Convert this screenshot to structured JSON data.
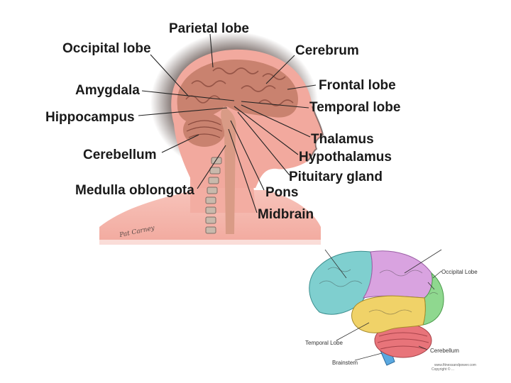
{
  "diagram1": {
    "labels": {
      "parietal": "Parietal lobe",
      "occipital": "Occipital lobe",
      "cerebrum": "Cerebrum",
      "amygdala": "Amygdala",
      "frontal": "Frontal lobe",
      "hippocampus": "Hippocampus",
      "temporal": "Temporal lobe",
      "thalamus": "Thalamus",
      "cerebellum": "Cerebellum",
      "hypothalamus": "Hypothalamus",
      "pituitary": "Pituitary gland",
      "medulla": "Medulla oblongota",
      "pons": "Pons",
      "midbrain": "Midbrain"
    },
    "signature": "Pat Carney",
    "colors": {
      "skin": "#f4b2a9",
      "brain": "#c9826f",
      "halo": "#6b5c58",
      "spine": "#c9b9ac"
    }
  },
  "diagram2": {
    "labels": {
      "occipital": "Occipital Lobe",
      "temporal": "Temporal Lobe",
      "cerebellum": "Cerebellum",
      "brainstem": "Brainstem"
    },
    "credit_line1": "www.fitnessandpower.com",
    "credit_line2": "Copyright © ...",
    "colors": {
      "frontal": "#7fcfcf",
      "parietal": "#d9a3e0",
      "occipital": "#8fd88f",
      "temporal": "#f0d268",
      "cerebellum": "#e8747a",
      "brainstem": "#5aa8e0"
    }
  }
}
